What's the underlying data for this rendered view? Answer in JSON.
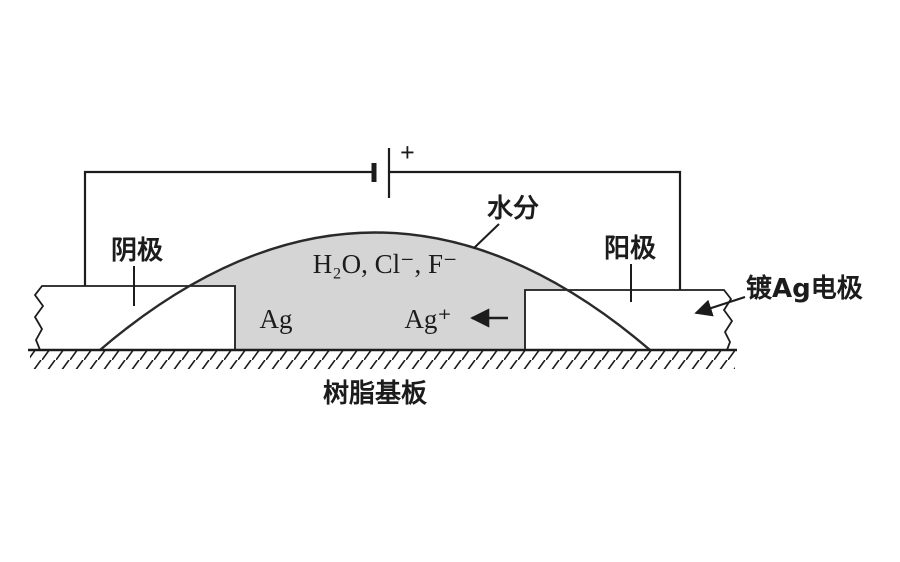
{
  "figure": {
    "battery_plus": "+",
    "cathode": "阴极",
    "anode": "阳极",
    "moisture": "水分",
    "plated_electrode": "镀Ag电极",
    "substrate": "树脂基板",
    "droplet_contents": "H₂O, Cl⁻, F⁻",
    "silver": "Ag",
    "silver_ion": "Ag⁺",
    "colors": {
      "droplet_fill": "#d5d5d5",
      "ink": "#1c1c1c",
      "background": "#ffffff"
    }
  }
}
